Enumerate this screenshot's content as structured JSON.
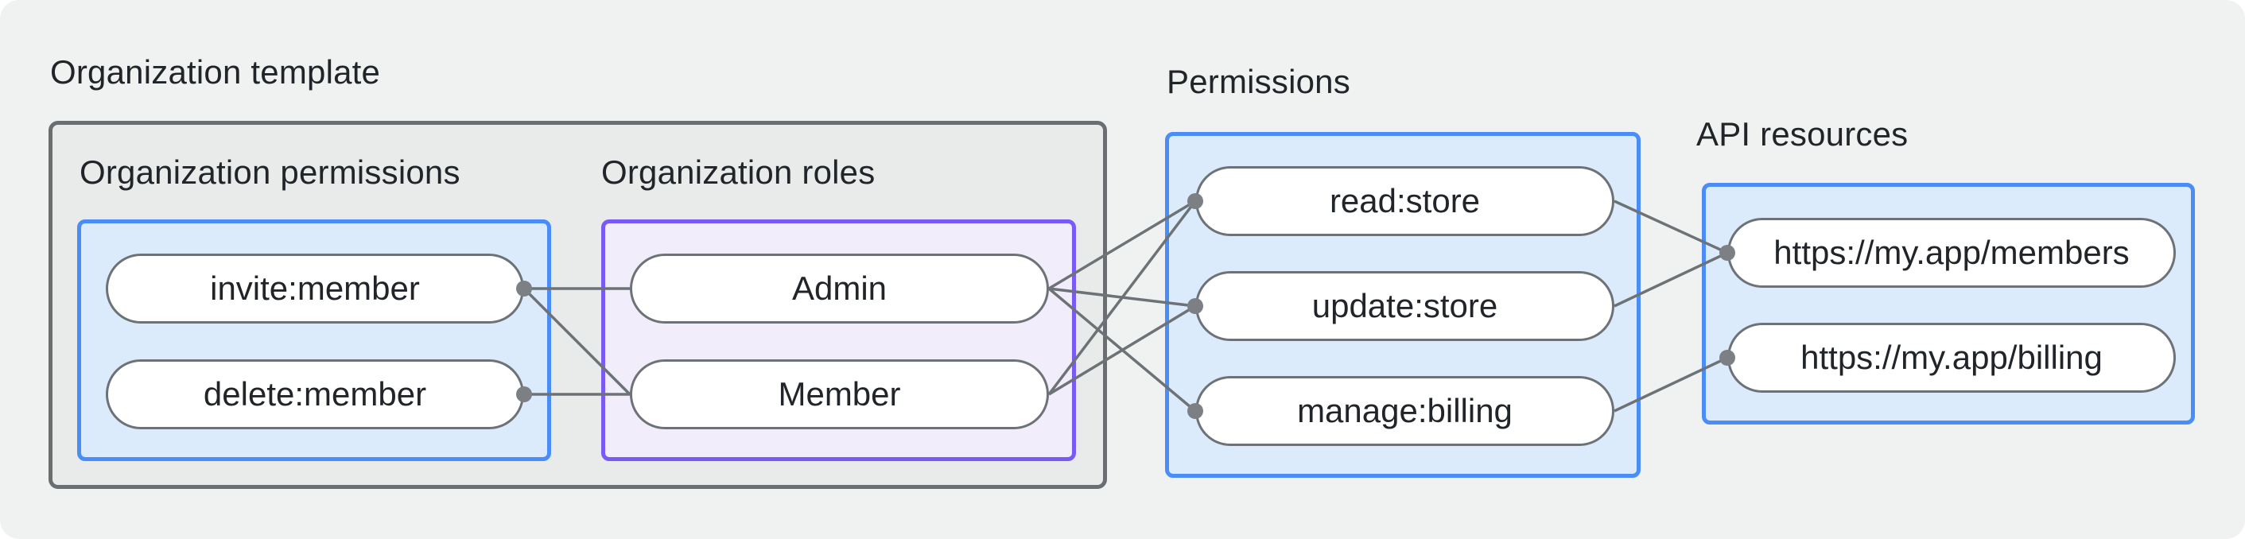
{
  "org_template": {
    "label": "Organization template"
  },
  "groups": [
    {
      "id": "org-permissions",
      "title": "Organization permissions",
      "items": [
        {
          "id": "invite-member",
          "label": "invite:member",
          "dot": "right"
        },
        {
          "id": "delete-member",
          "label": "delete:member",
          "dot": "right"
        }
      ]
    },
    {
      "id": "org-roles",
      "title": "Organization roles",
      "items": [
        {
          "id": "admin",
          "label": "Admin",
          "dot": null
        },
        {
          "id": "member",
          "label": "Member",
          "dot": null
        }
      ]
    },
    {
      "id": "permissions",
      "title": "Permissions",
      "items": [
        {
          "id": "read-store",
          "label": "read:store",
          "dot": "left"
        },
        {
          "id": "update-store",
          "label": "update:store",
          "dot": "left"
        },
        {
          "id": "manage-billing",
          "label": "manage:billing",
          "dot": "left"
        }
      ]
    },
    {
      "id": "api-resources",
      "title": "API resources",
      "items": [
        {
          "id": "members-url",
          "label": "https://my.app/members",
          "dot": "left"
        },
        {
          "id": "billing-url",
          "label": "https://my.app/billing",
          "dot": "left"
        }
      ]
    }
  ],
  "edges": [
    [
      "invite-member",
      "admin"
    ],
    [
      "invite-member",
      "member"
    ],
    [
      "delete-member",
      "member"
    ],
    [
      "admin",
      "read-store"
    ],
    [
      "admin",
      "update-store"
    ],
    [
      "admin",
      "manage-billing"
    ],
    [
      "member",
      "read-store"
    ],
    [
      "member",
      "update-store"
    ],
    [
      "read-store",
      "members-url"
    ],
    [
      "update-store",
      "members-url"
    ],
    [
      "manage-billing",
      "billing-url"
    ]
  ],
  "colors": {
    "page_bg": "#f0f2f1",
    "outer_bg": "#e9ebeb",
    "outer_border": "#6a6e71",
    "blue_bg": "#dcebfc",
    "blue_border": "#4a8df6",
    "purple_bg": "#f1edfb",
    "purple_border": "#7a5af5",
    "line": "#6d7276",
    "dot": "#7c8084",
    "text": "#212529"
  }
}
